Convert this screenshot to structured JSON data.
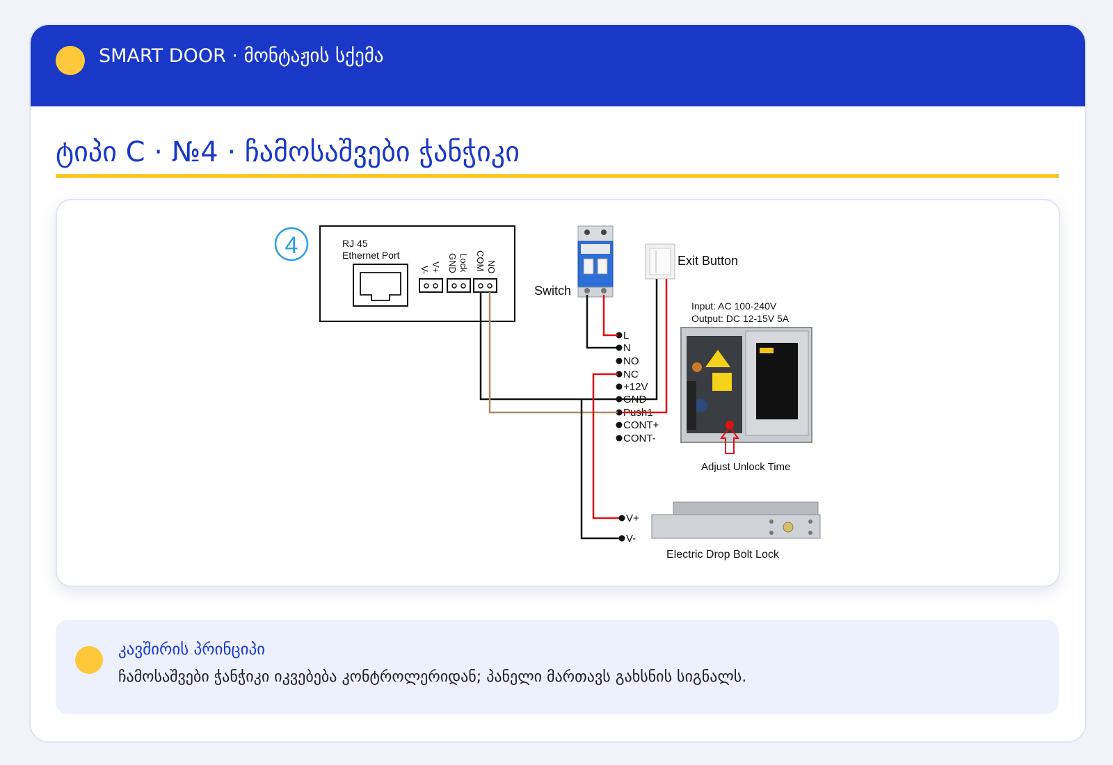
{
  "header": {
    "title": "SMART DOOR · მონტაჟის სქემა"
  },
  "page": {
    "title": "ტიპი C · №4 · ჩამოსაშვები ჭანჭიკი"
  },
  "diagram": {
    "badge": "4",
    "controller": {
      "port_label_1": "RJ 45",
      "port_label_2": "Ethernet Port",
      "terminals": [
        "V-",
        "V+",
        "GND",
        "Lock",
        "COM",
        "NO"
      ]
    },
    "switch_label": "Switch",
    "exit_button_label": "Exit Button",
    "psu": {
      "input": "Input: AC 100-240V",
      "output": "Output: DC 12-15V 5A",
      "terminals": [
        "L",
        "N",
        "NO",
        "NC",
        "+12V",
        "GND",
        "Push1",
        "CONT+",
        "CONT-"
      ],
      "adjust_label": "Adjust Unlock Time"
    },
    "lock": {
      "terminals": [
        "V+",
        "V-"
      ],
      "label": "Electric Drop Bolt Lock"
    }
  },
  "note": {
    "title": "კავშირის პრინციპი",
    "text": "ჩამოსაშვები ჭანჭიკი იკვებება კონტროლერიდან; პანელი მართავს გახსნის სიგნალს."
  },
  "colors": {
    "header_bg": "#1a38c8",
    "accent_yellow": "#fdc93a",
    "note_bg": "#edf1fd",
    "wire_red": "#e01010",
    "wire_black": "#111111",
    "wire_tan": "#b08a60"
  }
}
